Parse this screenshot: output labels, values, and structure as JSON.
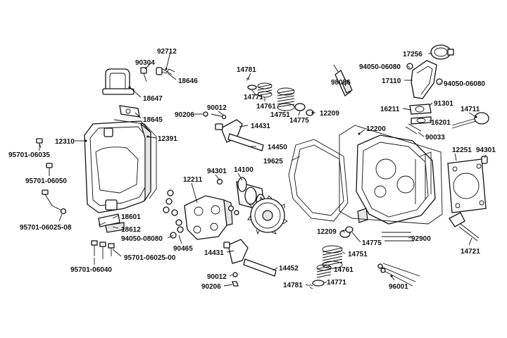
{
  "callouts": [
    {
      "id": "c01",
      "text": "92712"
    },
    {
      "id": "c02",
      "text": "90304"
    },
    {
      "id": "c03",
      "text": "18646"
    },
    {
      "id": "c04",
      "text": "18647"
    },
    {
      "id": "c05",
      "text": "18645"
    },
    {
      "id": "c06",
      "text": "12310"
    },
    {
      "id": "c07",
      "text": "12391"
    },
    {
      "id": "c08",
      "text": "95701-06035"
    },
    {
      "id": "c09",
      "text": "95701-06050"
    },
    {
      "id": "c10",
      "text": "95701-06025-08"
    },
    {
      "id": "c11",
      "text": "18601"
    },
    {
      "id": "c12",
      "text": "18612"
    },
    {
      "id": "c13",
      "text": "94050-08080"
    },
    {
      "id": "c14",
      "text": "95701-06025-00"
    },
    {
      "id": "c15",
      "text": "95701-06040"
    },
    {
      "id": "c16",
      "text": "14781"
    },
    {
      "id": "c17",
      "text": "14771"
    },
    {
      "id": "c18",
      "text": "14761"
    },
    {
      "id": "c19",
      "text": "14751"
    },
    {
      "id": "c20",
      "text": "14775"
    },
    {
      "id": "c21",
      "text": "90012"
    },
    {
      "id": "c22",
      "text": "90206"
    },
    {
      "id": "c23",
      "text": "14431"
    },
    {
      "id": "c24",
      "text": "14450"
    },
    {
      "id": "c25",
      "text": "12211"
    },
    {
      "id": "c26",
      "text": "94301"
    },
    {
      "id": "c27",
      "text": "14100"
    },
    {
      "id": "c28",
      "text": "90465"
    },
    {
      "id": "c29",
      "text": "98056"
    },
    {
      "id": "c30",
      "text": "12209"
    },
    {
      "id": "c31",
      "text": "19625"
    },
    {
      "id": "c32",
      "text": "12200"
    },
    {
      "id": "c33",
      "text": "17256"
    },
    {
      "id": "c34",
      "text": "94050-06080"
    },
    {
      "id": "c35",
      "text": "17110"
    },
    {
      "id": "c36",
      "text": "94050-06080"
    },
    {
      "id": "c37",
      "text": "16211"
    },
    {
      "id": "c38",
      "text": "91301"
    },
    {
      "id": "c39",
      "text": "16201"
    },
    {
      "id": "c40",
      "text": "90033"
    },
    {
      "id": "c41",
      "text": "14711"
    },
    {
      "id": "c42",
      "text": "12251"
    },
    {
      "id": "c43",
      "text": "94301"
    },
    {
      "id": "c44",
      "text": "12209"
    },
    {
      "id": "c45",
      "text": "14775"
    },
    {
      "id": "c46",
      "text": "92900"
    },
    {
      "id": "c47",
      "text": "14751"
    },
    {
      "id": "c48",
      "text": "14721"
    },
    {
      "id": "c49",
      "text": "14431"
    },
    {
      "id": "c50",
      "text": "14452"
    },
    {
      "id": "c51",
      "text": "14761"
    },
    {
      "id": "c52",
      "text": "90012"
    },
    {
      "id": "c53",
      "text": "90206"
    },
    {
      "id": "c54",
      "text": "14781"
    },
    {
      "id": "c55",
      "text": "14771"
    },
    {
      "id": "c56",
      "text": "96001"
    }
  ]
}
